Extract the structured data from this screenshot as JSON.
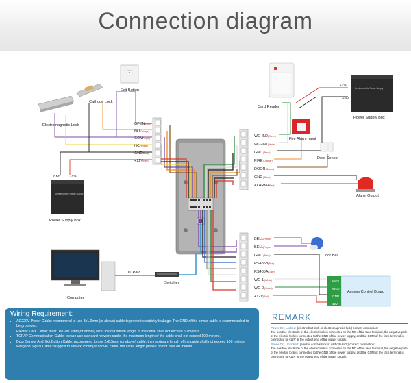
{
  "title": "Connection diagram",
  "devices": {
    "exit_button": "Exit Button",
    "cathode_lock": "Cathode Lock",
    "em_lock": "Electromagnetic Lock",
    "power_box_left": "Power Supply Box",
    "card_reader": "Card Reader",
    "power_box_right": "Power Supply Box",
    "fire_alarm": "Fire Alarm Input",
    "door_sensor": "Door Sensor",
    "alarm_output": "Alarm Output",
    "door_bell": "Door Bell",
    "access_board": "Access Control Board",
    "switcher": "Switcher",
    "computer": "Computer",
    "tcpip": "TCP/IP",
    "psu_caption": "Uninterruptible Power Supply",
    "gnd": "GND",
    "v12": "+12V"
  },
  "left_terminals": [
    {
      "name": "OPEN",
      "color": "(Brown)"
    },
    {
      "name": "NO",
      "color": "(Orange)"
    },
    {
      "name": "COM",
      "color": "(Purple)"
    },
    {
      "name": "NC",
      "color": "(Yellow)"
    },
    {
      "name": "GND",
      "color": "(Black)"
    },
    {
      "name": "+12V",
      "color": "(Red)"
    }
  ],
  "right_terminals_top": [
    {
      "name": "WG-IN0",
      "color": "(Green)"
    },
    {
      "name": "WG-IN1",
      "color": "(White)"
    },
    {
      "name": "GND",
      "color": "(Black)"
    },
    {
      "name": "FIRE",
      "color": "(Orange)"
    },
    {
      "name": "DOOR",
      "color": "(Brown)"
    },
    {
      "name": "GND",
      "color": "(Black)"
    },
    {
      "name": "ALARM+",
      "color": "(Red)"
    }
  ],
  "right_terminals_bottom": [
    {
      "name": "BELL",
      "color": "(Purple)"
    },
    {
      "name": "BELL",
      "color": "(Purple)"
    },
    {
      "name": "GND",
      "color": "(Black)"
    },
    {
      "name": "RS485B",
      "color": "(Blue)"
    },
    {
      "name": "RS485A",
      "color": "(Gray)"
    },
    {
      "name": "WG 1",
      "color": "(White)"
    },
    {
      "name": "WG 0",
      "color": "(Green)"
    },
    {
      "name": "+12V",
      "color": "(Red)"
    }
  ],
  "board_terminals": [
    "WG1",
    "WG0",
    "GND",
    "12V"
  ],
  "wiring": {
    "heading": "Wiring Requirement:",
    "items": [
      "AC220V Power Cable: recommend to use 3x1.0mm (or above) cable to prevent electricity leakage. The GND of the power cable is recommended to be grounded.",
      "Electric Lock Cable: must use 2x1.0mm(or above) wire, the maximum length of the cable shall not exceed 50 meters.",
      "TCP/IP Communication Cable: please use standard network cable, the maximum length of the cable shall not exceed 100 meters.",
      "Door Sensor And Exit Button Cable: recommend to use 2x0.5mm (or above) cable, the maximum length of the cable shall not exceed 100 meters.",
      "Wiegand Signal Cable: suggest to use 4x0.5mm(or above) cable, the cable length please do not over 80 meters."
    ]
  },
  "remark": {
    "heading": "REMARK",
    "locked_head": "Power On, Locked:",
    "locked_title": " (electric bolt lock or electromagnetic lock) correct connection:",
    "locked_body": "The positive electrode of the electric lock is connected to the NC of the face terminal, the negative pole of the electric lock is connected to the GND of the power supply, and the COM of the face terminal is connected to +12V at the output end of the power supply.",
    "unlocked_head": "Power On, Unlocked:",
    "unlocked_title": " (electric control lock or cathode lock) correct connection:",
    "unlocked_body": "The positive electrode of the electric lock is connected to the NO of the face terminal, the negative pole of the electric lock is connected to the GND of the power supply, and the COM of the face terminal is connected to +12V at the output end of the power supply."
  },
  "colors": {
    "banner_text": "#555555",
    "wiring_box": "#2f7fae",
    "remark_accent": "#3a7fb0",
    "board_green": "#2e9e46",
    "board_blue": "#d9eefa"
  }
}
